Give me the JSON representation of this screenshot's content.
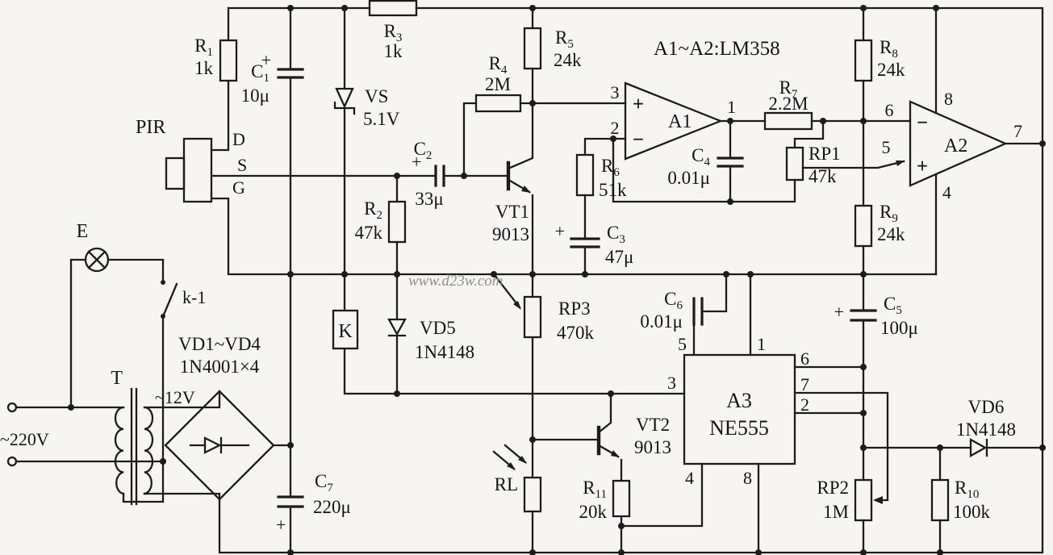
{
  "meta": {
    "watermark": "www.d23w.com",
    "ic_note": "A1~A2:LM358"
  },
  "c": {
    "r1": {
      "ref": "R",
      "sub": "1",
      "val": "1k"
    },
    "r2": {
      "ref": "R",
      "sub": "2",
      "val": "47k"
    },
    "r3": {
      "ref": "R",
      "sub": "3",
      "val": "1k"
    },
    "r4": {
      "ref": "R",
      "sub": "4",
      "val": "2M"
    },
    "r5": {
      "ref": "R",
      "sub": "5",
      "val": "24k"
    },
    "r6": {
      "ref": "R",
      "sub": "6",
      "val": "51k"
    },
    "r7": {
      "ref": "R",
      "sub": "7",
      "val": "2.2M"
    },
    "r8": {
      "ref": "R",
      "sub": "8",
      "val": "24k"
    },
    "r9": {
      "ref": "R",
      "sub": "9",
      "val": "24k"
    },
    "r10": {
      "ref": "R",
      "sub": "10",
      "val": "100k"
    },
    "r11": {
      "ref": "R",
      "sub": "11",
      "val": "20k"
    },
    "c1": {
      "ref": "C",
      "sub": "1",
      "val": "10μ",
      "pol": "+"
    },
    "c2": {
      "ref": "C",
      "sub": "2",
      "val": "33μ",
      "pol": "+"
    },
    "c3": {
      "ref": "C",
      "sub": "3",
      "val": "47μ",
      "pol": "+"
    },
    "c4": {
      "ref": "C",
      "sub": "4",
      "val": "0.01μ"
    },
    "c5": {
      "ref": "C",
      "sub": "5",
      "val": "100μ",
      "pol": "+"
    },
    "c6": {
      "ref": "C",
      "sub": "6",
      "val": "0.01μ"
    },
    "c7": {
      "ref": "C",
      "sub": "7",
      "val": "220μ",
      "pol": "+"
    },
    "rp1": {
      "ref": "RP1",
      "val": "47k"
    },
    "rp2": {
      "ref": "RP2",
      "val": "1M"
    },
    "rp3": {
      "ref": "RP3",
      "val": "470k"
    },
    "vs": {
      "ref": "VS",
      "val": "5.1V"
    },
    "vd5": {
      "ref": "VD5",
      "val": "1N4148"
    },
    "vd6": {
      "ref": "VD6",
      "val": "1N4148"
    },
    "bridge": {
      "ref": "VD1~VD4",
      "val": "1N4001×4"
    },
    "vt1": {
      "ref": "VT1",
      "val": "9013"
    },
    "vt2": {
      "ref": "VT2",
      "val": "9013"
    },
    "a1": {
      "ref": "A1"
    },
    "a2": {
      "ref": "A2"
    },
    "a3": {
      "ref": "A3",
      "val": "NE555"
    },
    "k": {
      "ref": "K"
    },
    "k1": {
      "ref": "k-1"
    },
    "pir": {
      "ref": "PIR"
    },
    "e": {
      "ref": "E"
    },
    "t": {
      "ref": "T",
      "vin": "~220V",
      "vout": "~12V"
    },
    "rl": {
      "ref": "RL"
    }
  },
  "pins": {
    "pir": {
      "d": "D",
      "s": "S",
      "g": "G"
    },
    "a1": {
      "p1": "1",
      "p2": "2",
      "p3": "3",
      "plus": "+",
      "minus": "−"
    },
    "a2": {
      "p4": "4",
      "p5": "5",
      "p6": "6",
      "p7": "7",
      "p8": "8",
      "plus": "+",
      "minus": "−"
    },
    "a3": {
      "p1": "1",
      "p2": "2",
      "p3": "3",
      "p4": "4",
      "p5": "5",
      "p6": "6",
      "p7": "7",
      "p8": "8"
    }
  }
}
